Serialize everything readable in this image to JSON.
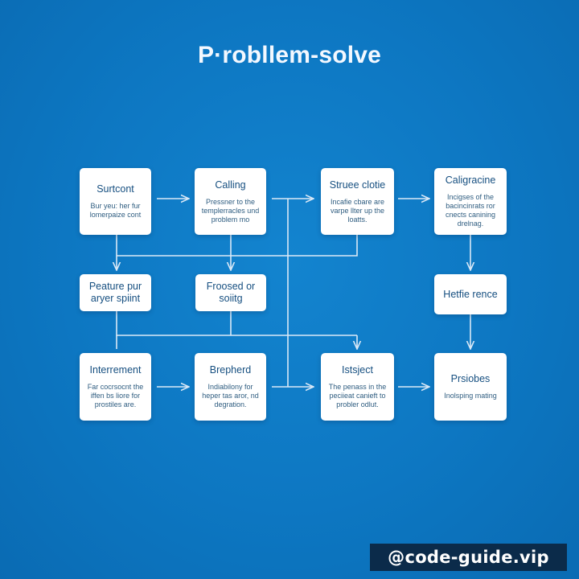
{
  "title": "P·robllem-solve",
  "watermark": "@code-guide.vip",
  "colors": {
    "background": "#0b72bf",
    "box": "#ffffff",
    "connector": "#dbe9f7",
    "watermark_bg": "#0b2b4a"
  },
  "nodes": {
    "surtcont": {
      "heading": "Surtcont",
      "description": "Bur yeu: her fur\nlomerpaize cont"
    },
    "calling": {
      "heading": "Calling",
      "description": "Pressner to the\ntemplerracles und\nproblem mo"
    },
    "struee_clotie": {
      "heading": "Struee clotie",
      "description": "Incafie cbare are\nvarpe llter up the\nloatts."
    },
    "caligracine": {
      "heading": "Caligracine",
      "description": "Incigses of the\nbacincinrats ror\ncnects canining\ndrelnag."
    },
    "feature_pur": {
      "heading": "Peature pur\naryer spiint"
    },
    "froosed": {
      "heading": "Froosed or\nsoiitg"
    },
    "hetfie_rence": {
      "heading": "Hetfie rence"
    },
    "interrement": {
      "heading": "Interrement",
      "description": "Far cocrsocnt the\niffen bs liore for\nprostiles are."
    },
    "brepherd": {
      "heading": "Brepherd",
      "description": "Indiabilony for\nheper tas aror, nd\ndegration."
    },
    "istsject": {
      "heading": "Istsject",
      "description": "The penass in the\npeciieat canieft to\nprobler odlut."
    },
    "prsiobes": {
      "heading": "Prsiobes",
      "description": "Inolsping mating"
    }
  }
}
